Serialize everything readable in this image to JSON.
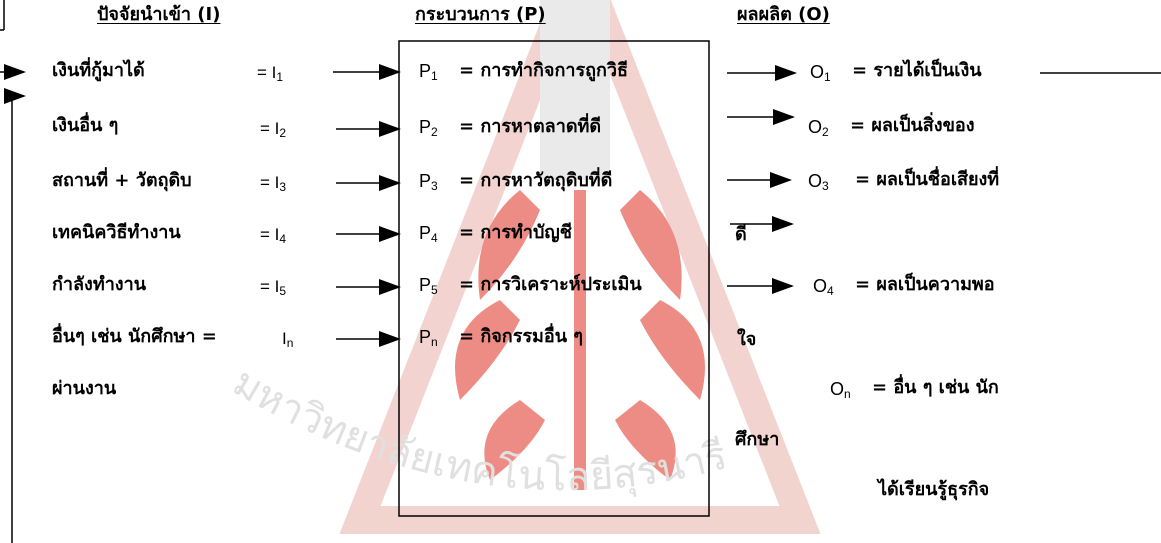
{
  "headers": {
    "input": "ปัจจัยนำเข้า (I)",
    "process": "กระบวนการ (P)",
    "output": "ผลผลิต (O)"
  },
  "inputs": [
    {
      "label": "เงินที่กู้มาได้",
      "code": "= I1"
    },
    {
      "label": "เงินอื่น ๆ",
      "code": "= I2"
    },
    {
      "label": "สถานที่ + วัตถุดิบ",
      "code": "= I3"
    },
    {
      "label": "เทคนิควิธีทำงาน",
      "code": "= I4"
    },
    {
      "label": "กำลังทำงาน",
      "code": "= I5"
    },
    {
      "label": "อื่นๆ เช่น นักศึกษา =",
      "code": "In"
    },
    {
      "label": "ผ่านงาน",
      "code": ""
    }
  ],
  "processes": [
    {
      "code": "P1",
      "label": "=  การทำกิจการถูกวิธี"
    },
    {
      "code": "P2",
      "label": "=  การหาตลาดที่ดี"
    },
    {
      "code": "P3",
      "label": "=  การหาวัตถุดิบที่ดี"
    },
    {
      "code": "P4",
      "label": "=  การทำบัญชี"
    },
    {
      "code": "P5",
      "label": "=  การวิเคราะห์ประเมิน"
    },
    {
      "code": "Pn",
      "label": "=  กิจกรรมอื่น ๆ"
    }
  ],
  "outputs": [
    {
      "code": "O1",
      "label": "=  รายได้เป็นเงิน"
    },
    {
      "code": "O2",
      "label": "=  ผลเป็นสิ่งของ"
    },
    {
      "code": "O3",
      "label": "=  ผลเป็นชื่อเสียงที่"
    },
    {
      "code": "",
      "label": "ดี"
    },
    {
      "code": "O4",
      "label": "=   ผลเป็นความพอ"
    },
    {
      "code": "",
      "label": "ใจ"
    },
    {
      "code": "On",
      "label": "=   อื่น ๆ เช่น นัก"
    },
    {
      "code": "",
      "label": "ศึกษา"
    },
    {
      "code": "",
      "label": "ได้เรียนรู้ธุรกิจ"
    }
  ],
  "watermark": {
    "text": "มหาวิทยาลัยเทคโนโลยีสุรนารี",
    "color": "#e8b0a8",
    "accent": "#e03020"
  },
  "colors": {
    "ink": "#000000"
  }
}
